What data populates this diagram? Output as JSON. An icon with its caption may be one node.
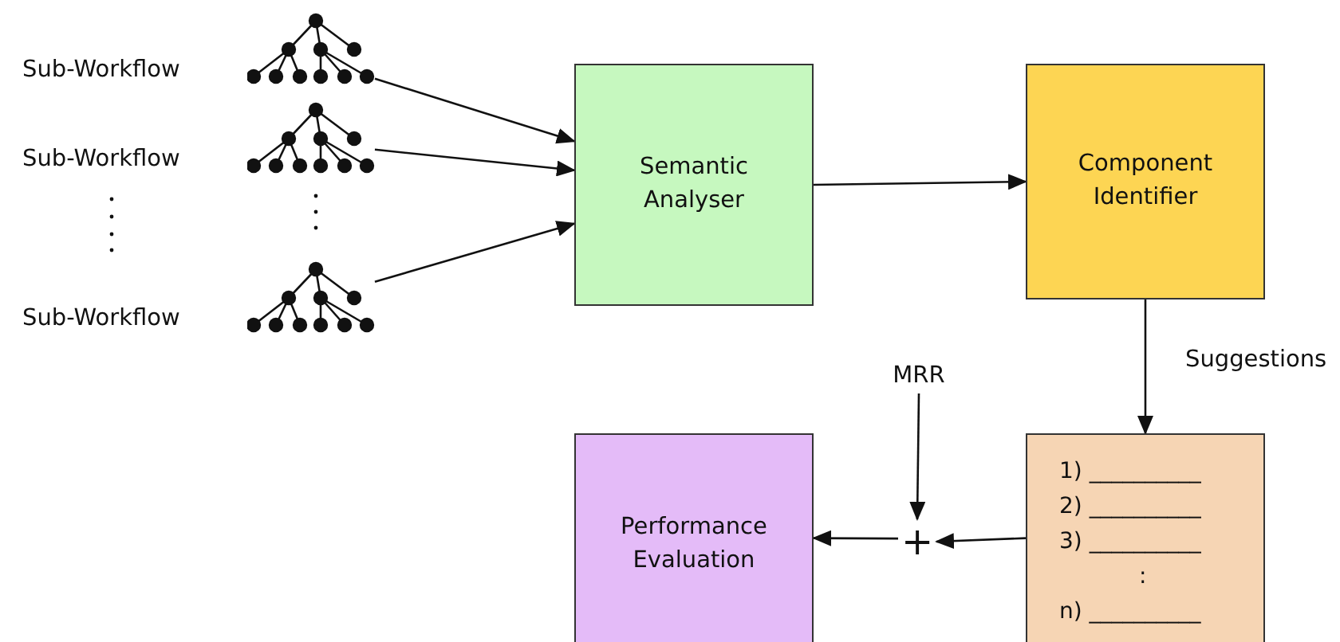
{
  "diagram": {
    "nodes": [
      {
        "text": [],
        "shape": "picture",
        "beside": [
          "Sub-Workflow"
        ]
      },
      {
        "text": [],
        "shape": "picture",
        "beside": [
          "Sub-Workflow"
        ]
      },
      {
        "text": [],
        "shape": "picture",
        "beside": [
          "Sub-Workflow"
        ]
      },
      {
        "text": [
          "Semantic Analyser"
        ]
      },
      {
        "text": [
          "Component Identifier"
        ]
      },
      {
        "text": [
          "1) __________",
          "2) __________",
          "3) __________",
          ":",
          "n) __________"
        ]
      },
      {
        "text": [
          "+"
        ]
      },
      {
        "text": [
          "MRR"
        ]
      },
      {
        "text": [
          "Performance Evaluation"
        ]
      }
    ],
    "edges": [
      {
        "from": 0,
        "to": 3,
        "arrow": "to"
      },
      {
        "from": 1,
        "to": 3,
        "arrow": "to"
      },
      {
        "from": 2,
        "to": 3,
        "arrow": "to"
      },
      {
        "from": 3,
        "to": 4,
        "arrow": "to"
      },
      {
        "from": 4,
        "to": 5,
        "arrow": "to",
        "label": "Suggestions"
      },
      {
        "from": 5,
        "to": 6,
        "arrow": "to"
      },
      {
        "from": 7,
        "to": 6,
        "arrow": "to"
      },
      {
        "from": 6,
        "to": 8,
        "arrow": "to"
      }
    ]
  }
}
